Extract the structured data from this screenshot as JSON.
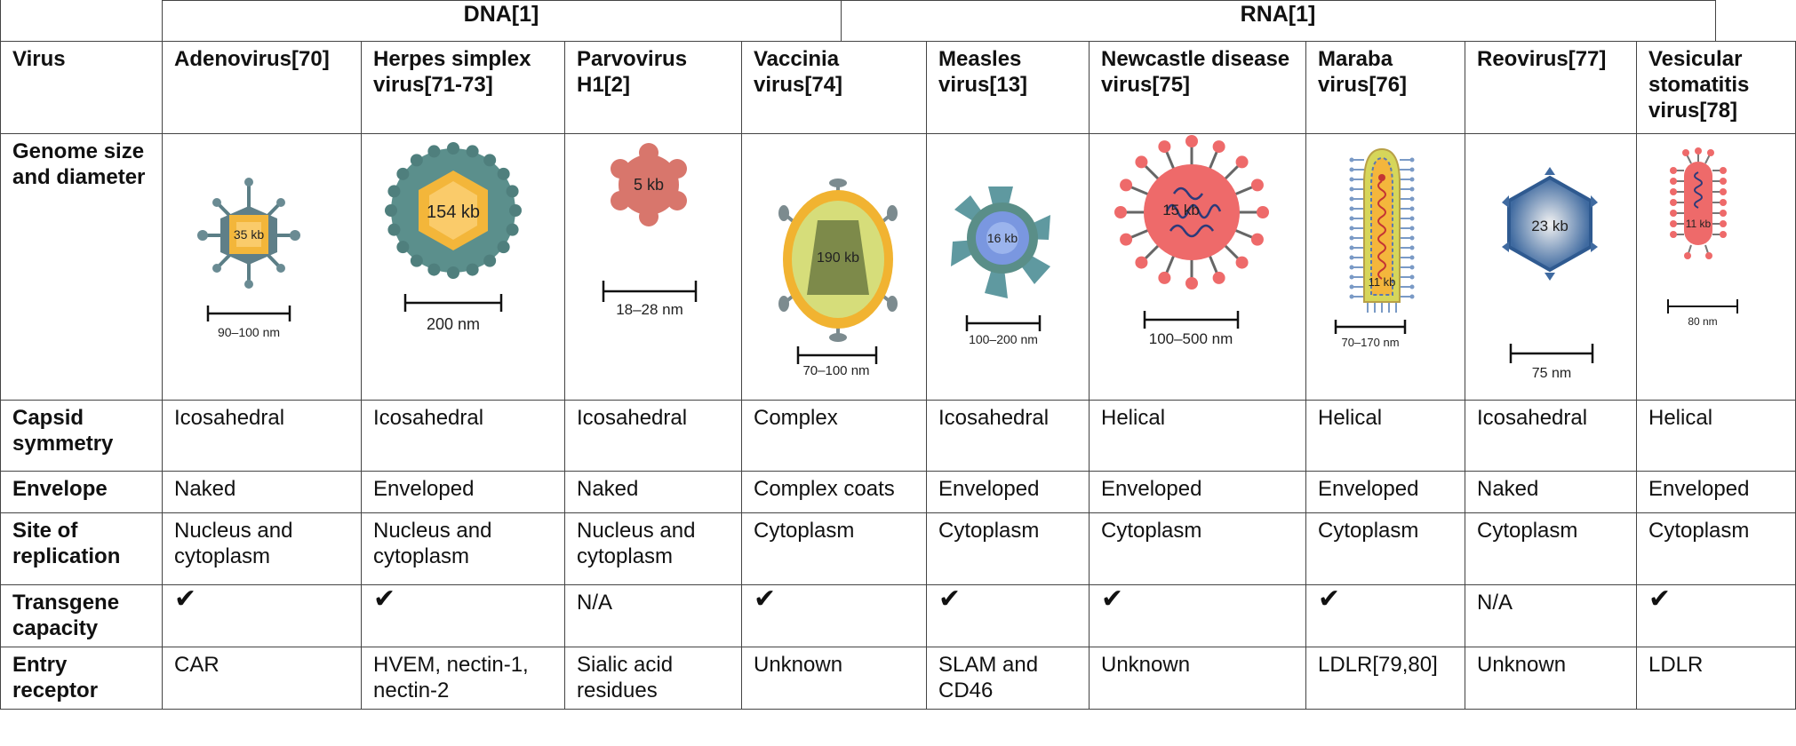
{
  "group_headers": {
    "dna": "DNA[1]",
    "rna": "RNA[1]"
  },
  "row_labels": {
    "virus": "Virus",
    "genome": "Genome size and diameter",
    "capsid": "Capsid symmetry",
    "envelope": "Envelope",
    "site": "Site of replication",
    "transgene": "Transgene capacity",
    "entry": "Entry receptor"
  },
  "viruses": [
    {
      "name": "Adenovirus[70]",
      "genome": "35 kb",
      "diameter": "90–100 nm",
      "capsid": "Icosahedral",
      "envelope": "Naked",
      "site": "Nucleus and cytoplasm",
      "transgene": "✔",
      "entry": "CAR",
      "color": "#f3b63a"
    },
    {
      "name": "Herpes simplex virus[71-73]",
      "genome": "154 kb",
      "diameter": "200 nm",
      "capsid": "Icosahedral",
      "envelope": "Enveloped",
      "site": "Nucleus and cytoplasm",
      "transgene": "✔",
      "entry": "HVEM, nectin-1, nectin-2",
      "color": "#5b8f8c"
    },
    {
      "name": "Parvovirus H1[2]",
      "genome": "5 kb",
      "diameter": "18–28 nm",
      "capsid": "Icosahedral",
      "envelope": "Naked",
      "site": "Nucleus and cytoplasm",
      "transgene": "N/A",
      "entry": "Sialic acid residues",
      "color": "#d8766c"
    },
    {
      "name": "Vaccinia virus[74]",
      "genome": "190 kb",
      "diameter": "70–100 nm",
      "capsid": "Complex",
      "envelope": "Complex coats",
      "site": "Cytoplasm",
      "transgene": "✔",
      "entry": "Unknown",
      "color": "#f1b331"
    },
    {
      "name": "Measles virus[13]",
      "genome": "16 kb",
      "diameter": "100–200 nm",
      "capsid": "Icosahedral",
      "envelope": "Enveloped",
      "site": "Cytoplasm",
      "transgene": "✔",
      "entry": "SLAM and CD46",
      "color": "#5f99a0"
    },
    {
      "name": "Newcastle disease virus[75]",
      "genome": "15 kb",
      "diameter": "100–500 nm",
      "capsid": "Helical",
      "envelope": "Enveloped",
      "site": "Cytoplasm",
      "transgene": "✔",
      "entry": "Unknown",
      "color": "#ee6a6a"
    },
    {
      "name": "Maraba virus[76]",
      "genome": "11 kb",
      "diameter": "70–170 nm",
      "capsid": "Helical",
      "envelope": "Enveloped",
      "site": "Cytoplasm",
      "transgene": "✔",
      "entry": "LDLR[79,80]",
      "color": "#d6d65a"
    },
    {
      "name": "Reovirus[77]",
      "genome": "23 kb",
      "diameter": "75 nm",
      "capsid": "Icosahedral",
      "envelope": "Naked",
      "site": "Cytoplasm",
      "transgene": "N/A",
      "entry": "Unknown",
      "color": "#3f6aa0"
    },
    {
      "name": "Vesicular stomatitis virus[78]",
      "genome": "11 kb",
      "diameter": "80 nm",
      "capsid": "Helical",
      "envelope": "Enveloped",
      "site": "Cytoplasm",
      "transgene": "✔",
      "entry": "LDLR",
      "color": "#ee6a6a"
    }
  ]
}
